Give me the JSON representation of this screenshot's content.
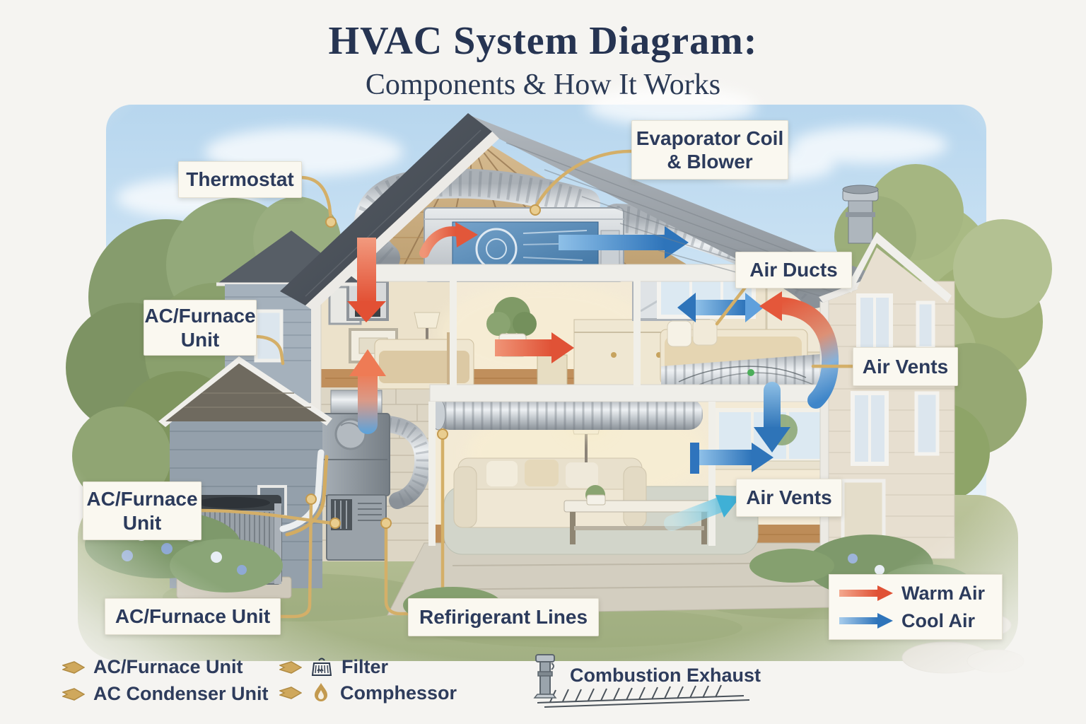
{
  "title": {
    "main": "HVAC System Diagram:",
    "subtitle": "Components & How It Works"
  },
  "callouts": {
    "thermostat": "Thermostat",
    "evaporator_coil_blower": "Evaporator Coil & Blower",
    "air_ducts": "Air Ducts",
    "ac_furnace_unit_upper": "AC/Furnace Unit",
    "ac_furnace_unit_mid": "AC/Furnace Unit",
    "ac_furnace_unit_bottom": "AC/Furnace Unit",
    "air_vents_upper": "Air Vents",
    "air_vents_lower": "Air Vents",
    "refrigerant_lines": "Refirigerant Lines"
  },
  "air_flow_legend": {
    "warm_label": "Warm Air",
    "cool_label": "Cool Air",
    "warm_color": "#e2603f",
    "cool_color": "#3b87cf"
  },
  "bottom_legend": {
    "items": [
      {
        "icon": "gold-arrow-icon",
        "label": "AC/Furnace Unit"
      },
      {
        "icon": "gold-arrow-icon",
        "label": "AC Condenser Unit"
      },
      {
        "icon": "filter-icon",
        "label": "Filter"
      },
      {
        "icon": "flame-icon",
        "label": "Comphessor"
      },
      {
        "icon": "exhaust-chimney-icon",
        "label": "Combustion Exhaust"
      }
    ]
  },
  "colors": {
    "warm_air": "#e2603f",
    "cool_air": "#3b87cf",
    "gold_leader": "#d4af68",
    "label_text": "#2c3b5c",
    "title_text": "#263452"
  }
}
